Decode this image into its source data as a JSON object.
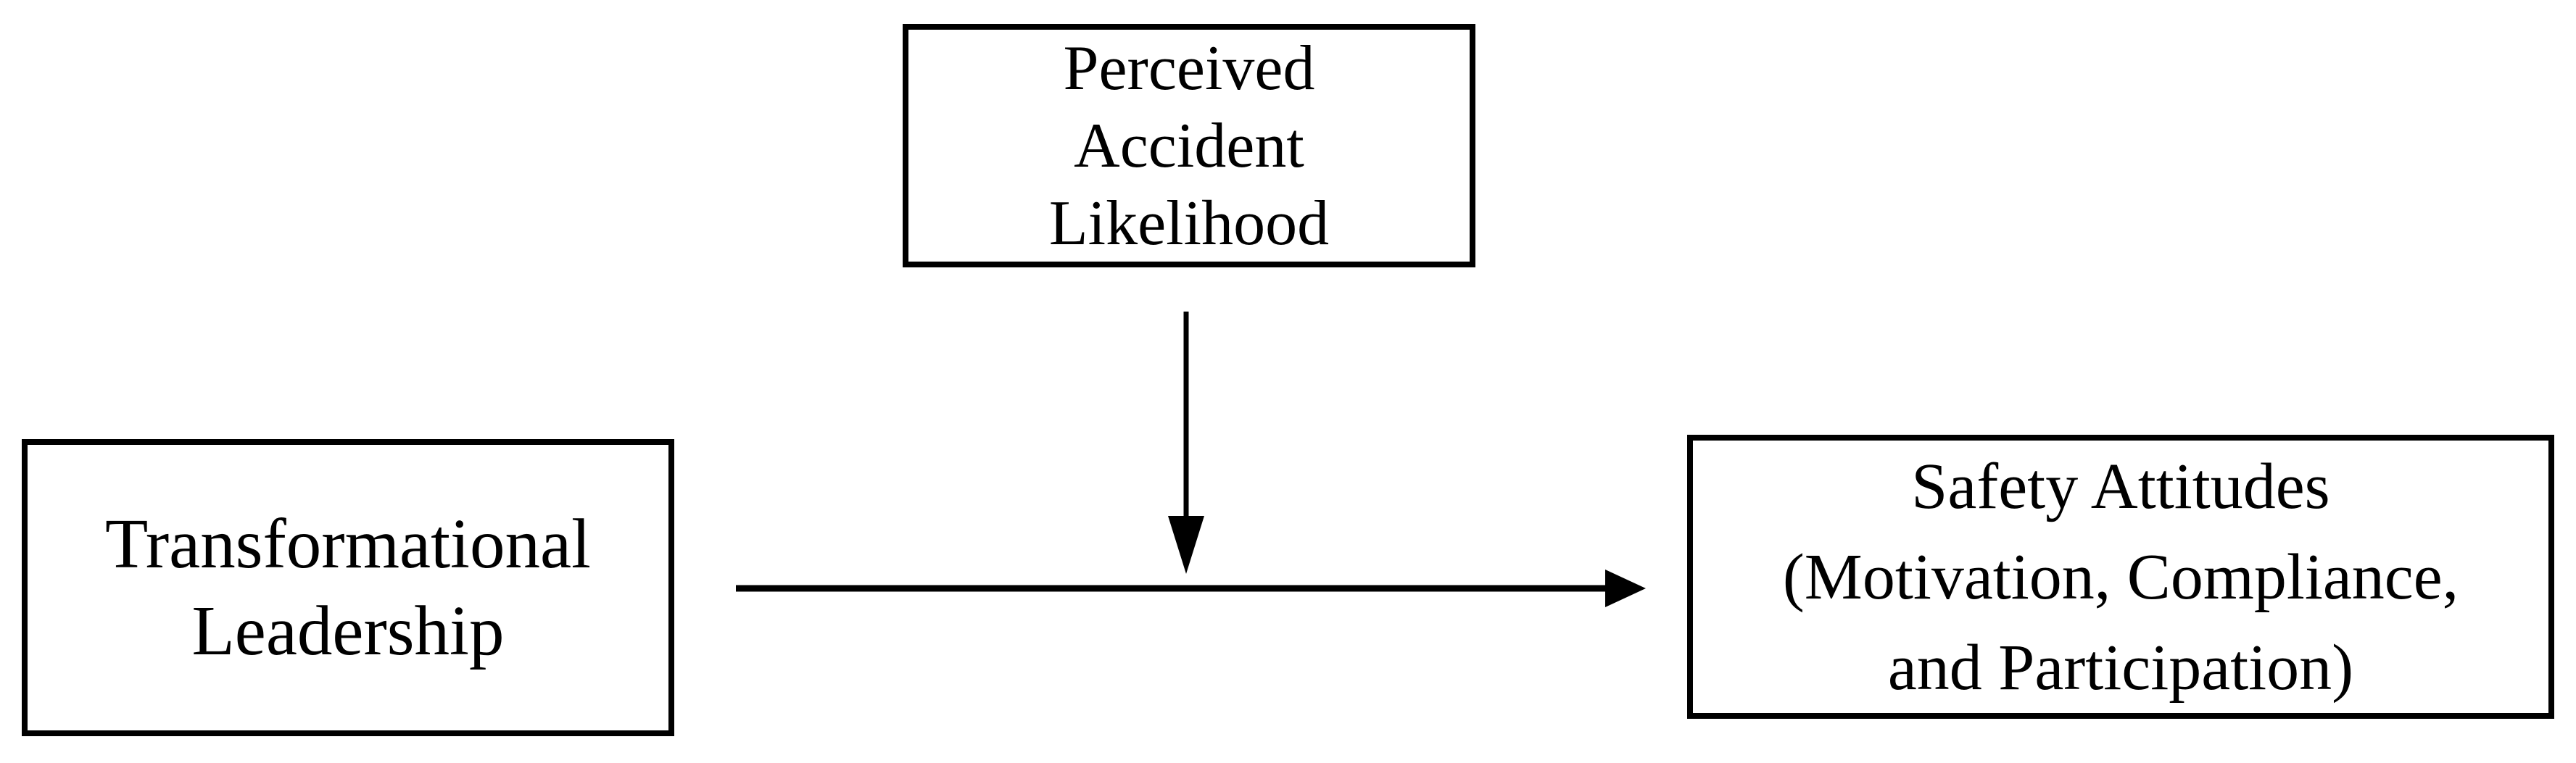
{
  "figure": {
    "kind": "moderation-model-diagram",
    "background_color": "#ffffff",
    "line_color": "#000000",
    "text_color": "#000000"
  },
  "nodes": {
    "moderator": {
      "lines": [
        "Perceived",
        "Accident",
        "Likelihood"
      ]
    },
    "predictor": {
      "lines": [
        "Transformational",
        "Leadership"
      ]
    },
    "outcome": {
      "lines": [
        "Safety Attitudes",
        "(Motivation, Compliance,",
        "and Participation)"
      ]
    }
  },
  "arrows": {
    "main_effect": {
      "icon": "right-arrow-icon",
      "direction": "right"
    },
    "moderation": {
      "icon": "down-arrow-icon",
      "direction": "down"
    }
  }
}
